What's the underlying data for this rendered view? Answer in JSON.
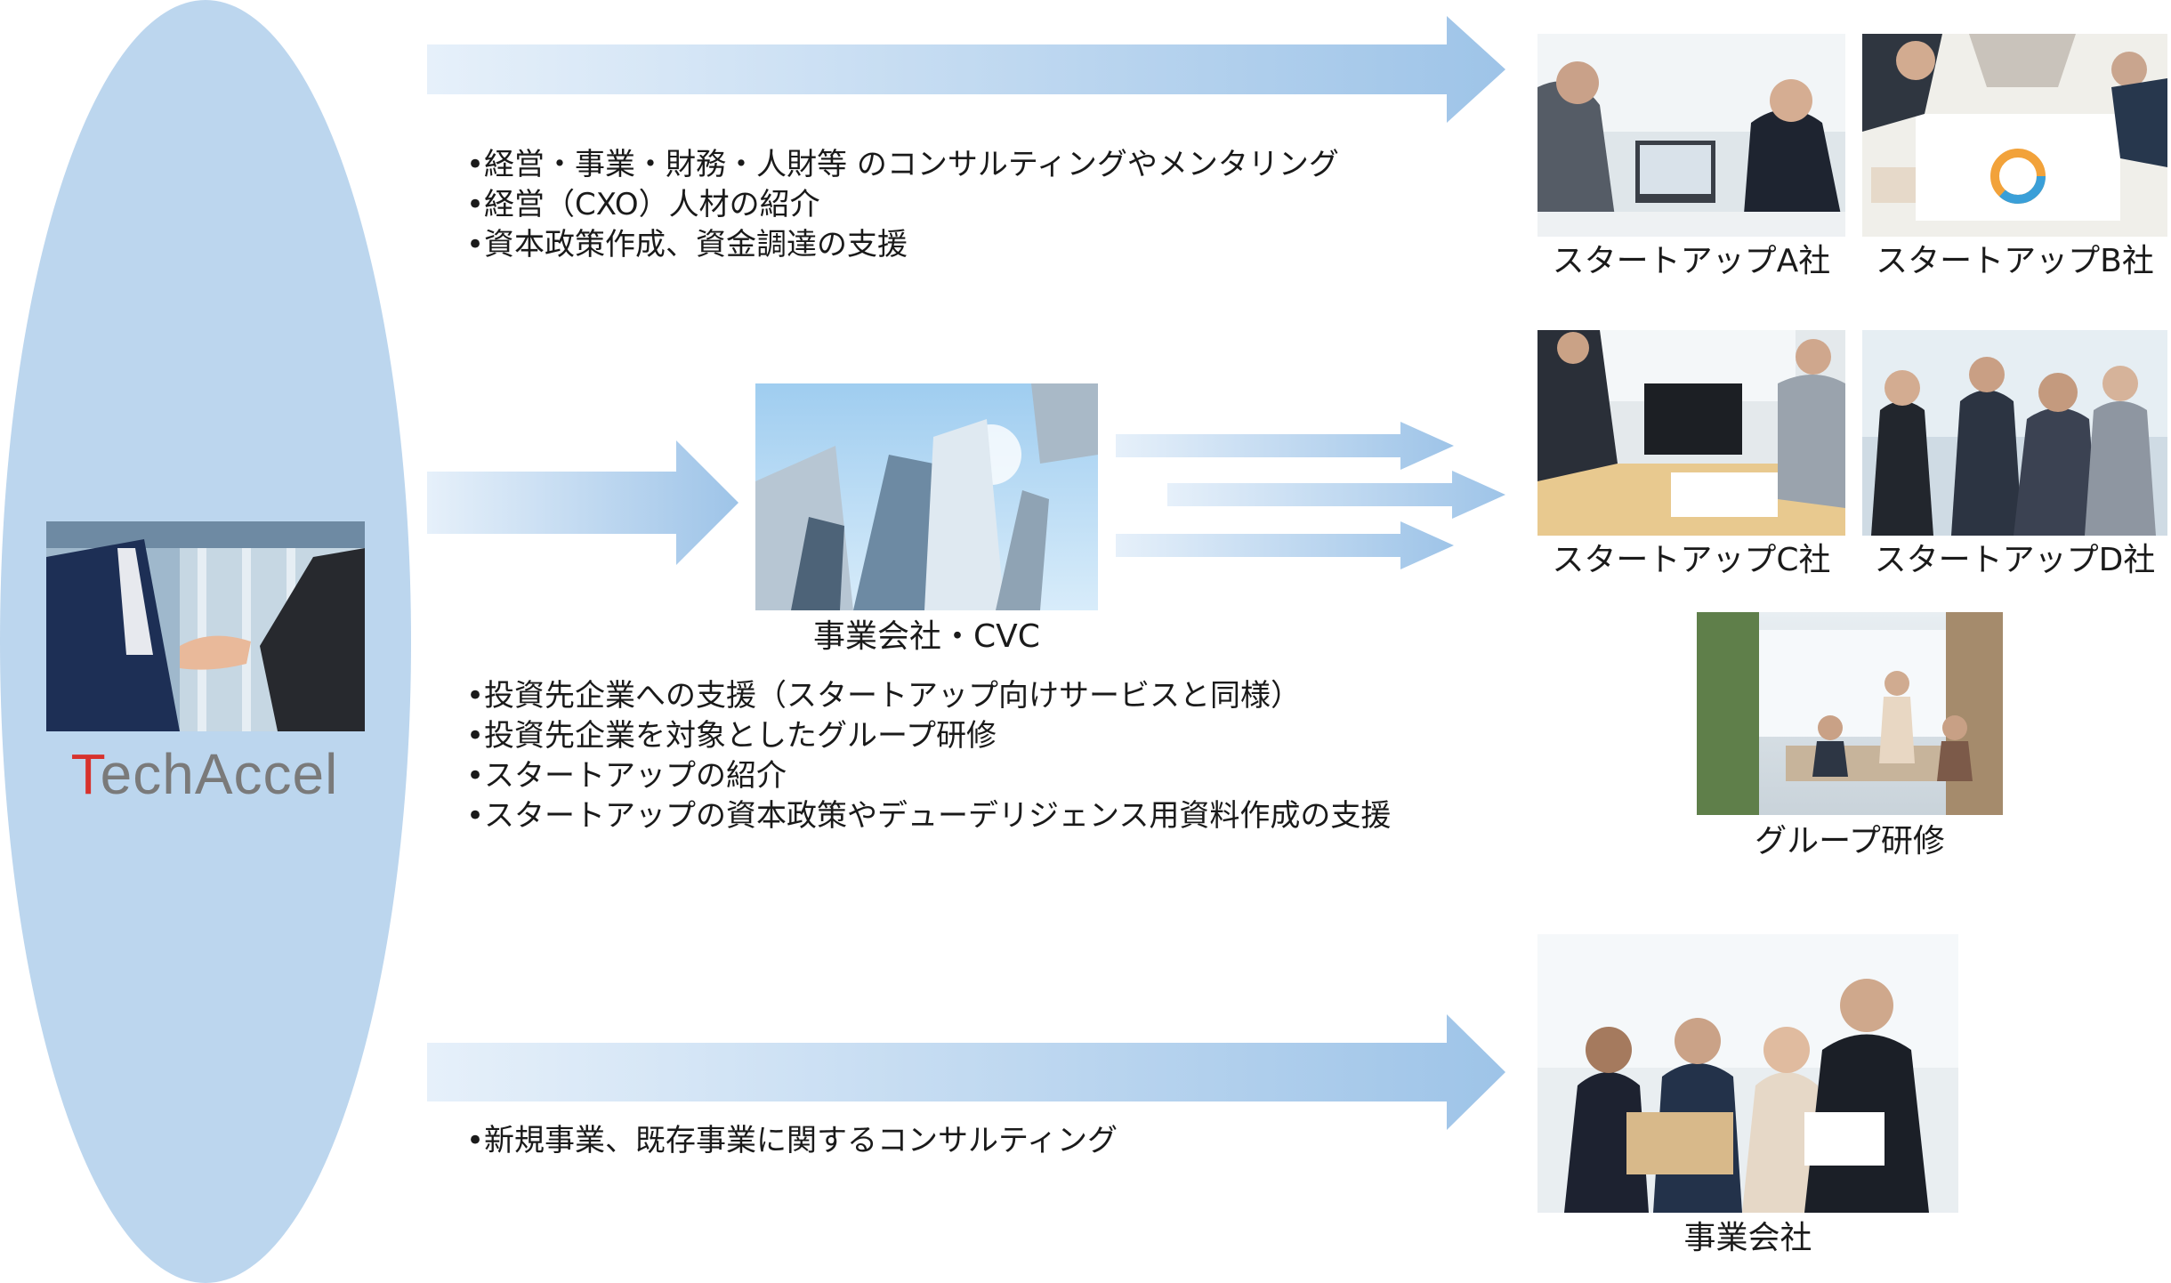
{
  "brand": {
    "logo_text": "TechAccel"
  },
  "colors": {
    "ellipse": "#bcd6ee",
    "arrow_start": "#e6f0fa",
    "arrow_end": "#9ec4e8",
    "logo_red": "#d7322d",
    "logo_gray": "#7a7a7a"
  },
  "startup_services": [
    "•経営・事業・財務・人財等 のコンサルティングやメンタリング",
    "•経営（CXO）人材の紹介",
    "•資本政策作成、資金調達の支援"
  ],
  "cvc": {
    "label": "事業会社・CVC",
    "services": [
      "•投資先企業への支援（スタートアップ向けサービスと同様）",
      "•投資先企業を対象としたグループ研修",
      "•スタートアップの紹介",
      "•スタートアップの資本政策やデューデリジェンス用資料作成の支援"
    ]
  },
  "business_services": [
    "•新規事業、既存事業に関するコンサルティング"
  ],
  "targets": {
    "startup_a": "スタートアップA社",
    "startup_b": "スタートアップB社",
    "startup_c": "スタートアップC社",
    "startup_d": "スタートアップD社",
    "group_training": "グループ研修",
    "business_company": "事業会社"
  }
}
